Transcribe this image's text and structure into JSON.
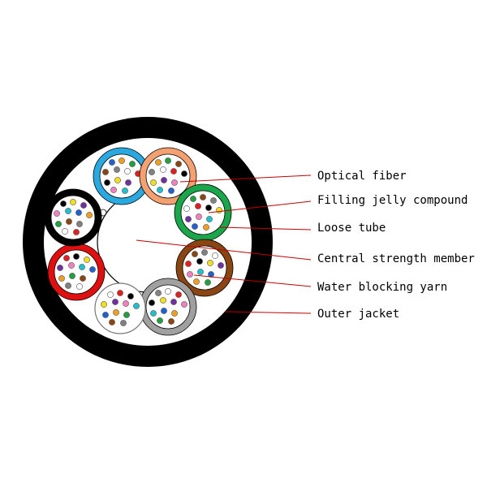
{
  "cable": {
    "jacket_color": "#000000",
    "inner_fill": "#ffffff",
    "strength_member_fill": "#ffffff",
    "leader_color": "#c00000",
    "tubes": [
      {
        "name": "blue",
        "color": "#29a9e0"
      },
      {
        "name": "orange",
        "color": "#f4a070"
      },
      {
        "name": "green",
        "color": "#1aa64a"
      },
      {
        "name": "brown",
        "color": "#8b4513"
      },
      {
        "name": "gray",
        "color": "#a0a0a0"
      },
      {
        "name": "white",
        "color": "#ffffff"
      },
      {
        "name": "red",
        "color": "#e01010"
      },
      {
        "name": "black",
        "color": "#000000"
      }
    ],
    "fiber_colors": [
      "#2060d0",
      "#f0a020",
      "#20a040",
      "#8b4513",
      "#808080",
      "#ffffff",
      "#e02020",
      "#000000",
      "#f0e020",
      "#7030a0",
      "#f080c0",
      "#20c0d0"
    ],
    "fiber_stroke": "#555555"
  },
  "labels": [
    {
      "id": "optical-fiber",
      "text": "Optical fiber"
    },
    {
      "id": "filling-jelly-compound",
      "text": "Filling jelly compound"
    },
    {
      "id": "loose-tube",
      "text": "Loose tube"
    },
    {
      "id": "central-strength-member",
      "text": "Central strength member"
    },
    {
      "id": "water-blocking-yarn",
      "text": "Water blocking yarn"
    },
    {
      "id": "outer-jacket",
      "text": "Outer jacket"
    }
  ]
}
